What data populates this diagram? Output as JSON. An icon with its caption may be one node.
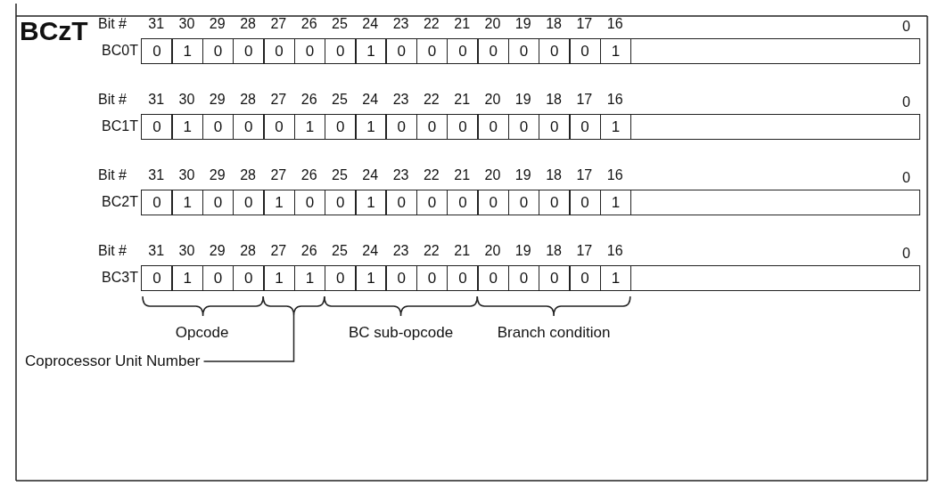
{
  "diagram": {
    "title": "BCzT",
    "nodes": [
      {
        "text": [
          "Coprocessor Unit Number"
        ]
      },
      {
        "text": [],
        "shape": "brace"
      }
    ],
    "edges": [
      {
        "from": 0,
        "to": 1,
        "arrow": "none"
      }
    ],
    "labels": [
      "Bit #",
      "31",
      "30",
      "29",
      "28",
      "27",
      "26",
      "25",
      "24",
      "23",
      "22",
      "21",
      "20",
      "19",
      "18",
      "17",
      "16",
      "0",
      "BC0T",
      "0",
      "1",
      "0",
      "0",
      "0",
      "0",
      "0",
      "1",
      "0",
      "0",
      "0",
      "0",
      "0",
      "0",
      "0",
      "1",
      "Bit #",
      "31",
      "30",
      "29",
      "28",
      "27",
      "26",
      "25",
      "24",
      "23",
      "22",
      "21",
      "20",
      "19",
      "18",
      "17",
      "16",
      "0",
      "BC1T",
      "0",
      "1",
      "0",
      "0",
      "0",
      "1",
      "0",
      "1",
      "0",
      "0",
      "0",
      "0",
      "0",
      "0",
      "0",
      "1",
      "Bit #",
      "31",
      "30",
      "29",
      "28",
      "27",
      "26",
      "25",
      "24",
      "23",
      "22",
      "21",
      "20",
      "19",
      "18",
      "17",
      "16",
      "0",
      "BC2T",
      "0",
      "1",
      "0",
      "0",
      "1",
      "0",
      "0",
      "1",
      "0",
      "0",
      "0",
      "0",
      "0",
      "0",
      "0",
      "1",
      "Bit #",
      "31",
      "30",
      "29",
      "28",
      "27",
      "26",
      "25",
      "24",
      "23",
      "22",
      "21",
      "20",
      "19",
      "18",
      "17",
      "16",
      "0",
      "BC3T",
      "0",
      "1",
      "0",
      "0",
      "1",
      "1",
      "0",
      "1",
      "0",
      "0",
      "0",
      "0",
      "0",
      "0",
      "0",
      "1",
      "Opcode",
      "BC sub-opcode",
      "Branch condition"
    ]
  }
}
